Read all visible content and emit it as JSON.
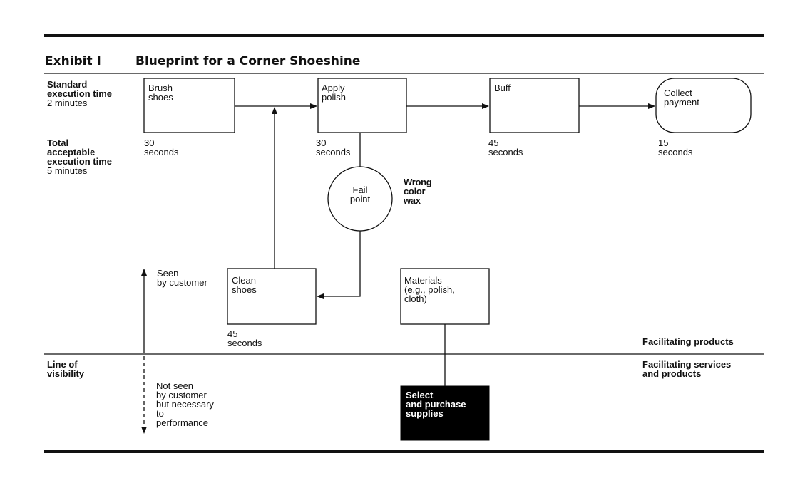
{
  "header": {
    "exhibit": "Exhibit I",
    "title": "Blueprint for a Corner Shoeshine"
  },
  "left_labels": {
    "standard": "Standard\nexecution time",
    "standard_value": "2 minutes",
    "total": "Total\nacceptable\nexecution time",
    "total_value": "5 minutes",
    "line_of_visibility": "Line of\nvisibility",
    "seen": "Seen\nby customer",
    "not_seen": "Not seen\nby customer\nbut necessary\nto\nperformance"
  },
  "steps": {
    "brush": {
      "label": "Brush\nshoes",
      "time": "30\nseconds"
    },
    "apply": {
      "label": "Apply\npolish",
      "time": "30\nseconds"
    },
    "buff": {
      "label": "Buff",
      "time": "45\nseconds"
    },
    "collect": {
      "label": "Collect\npayment",
      "time": "15\nseconds"
    },
    "clean": {
      "label": "Clean\nshoes",
      "time": "45\nseconds"
    },
    "materials": {
      "label": "Materials\n(e.g., polish,\ncloth)"
    },
    "select": {
      "label": "Select\nand purchase\nsupplies"
    }
  },
  "fail_point": {
    "label": "Fail\npoint",
    "note": "Wrong\ncolor\nwax"
  },
  "right_labels": {
    "facilitating_products": "Facilitating products",
    "facilitating_services": "Facilitating services\nand products"
  },
  "colors": {
    "ink": "#111111",
    "select_fill": "#000000"
  }
}
